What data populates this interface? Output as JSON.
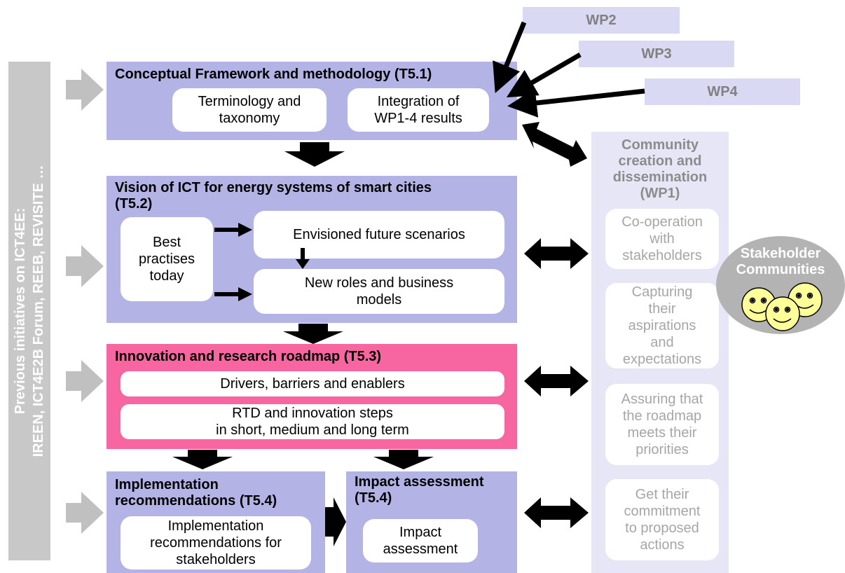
{
  "left_bar": {
    "text": "Previous initiatives on ICT4EE:\nIREEN, ICT4E2B Forum, REEB, REVISITE …"
  },
  "wp_labels": {
    "wp2": "WP2",
    "wp3": "WP3",
    "wp4": "WP4"
  },
  "t51": {
    "title": "Conceptual Framework and methodology (T5.1)",
    "box1": "Terminology and\ntaxonomy",
    "box2": "Integration of\nWP1-4 results"
  },
  "t52": {
    "title": "Vision of ICT for energy systems of smart cities\n(T5.2)",
    "best": "Best\npractises\ntoday",
    "scenarios": "Envisioned future scenarios",
    "roles": "New roles and business\nmodels"
  },
  "t53": {
    "title": "Innovation and research roadmap (T5.3)",
    "drivers": "Drivers, barriers and enablers",
    "rtd": "RTD and innovation steps\nin short, medium and long term"
  },
  "t54_impl": {
    "title": "Implementation\nrecommendations (T5.4)",
    "box": "Implementation\nrecommendations for\nstakeholders"
  },
  "t54_impact": {
    "title": "Impact assessment\n(T5.4)",
    "box": "Impact\nassessment"
  },
  "wp1": {
    "title": "Community\ncreation and\ndissemination\n(WP1)",
    "items": [
      "Co-operation\nwith\nstakeholders",
      "Capturing\ntheir\naspirations\nand\nexpectations",
      "Assuring that\nthe roadmap\nmeets their\npriorities",
      "Get their\ncommitment\nto proposed\nactions"
    ]
  },
  "stakeholders": {
    "label": "Stakeholder\nCommunities"
  },
  "colors": {
    "panel": "#b3b3e6",
    "panel_highlight": "#f766a0",
    "wp1_panel": "#e6e6f6",
    "wp_label_bg": "#d9d9f3",
    "left_bar": "#c8c8c8",
    "stakeholder_circle": "#b3b3b3",
    "smiley": "#ffff99"
  }
}
